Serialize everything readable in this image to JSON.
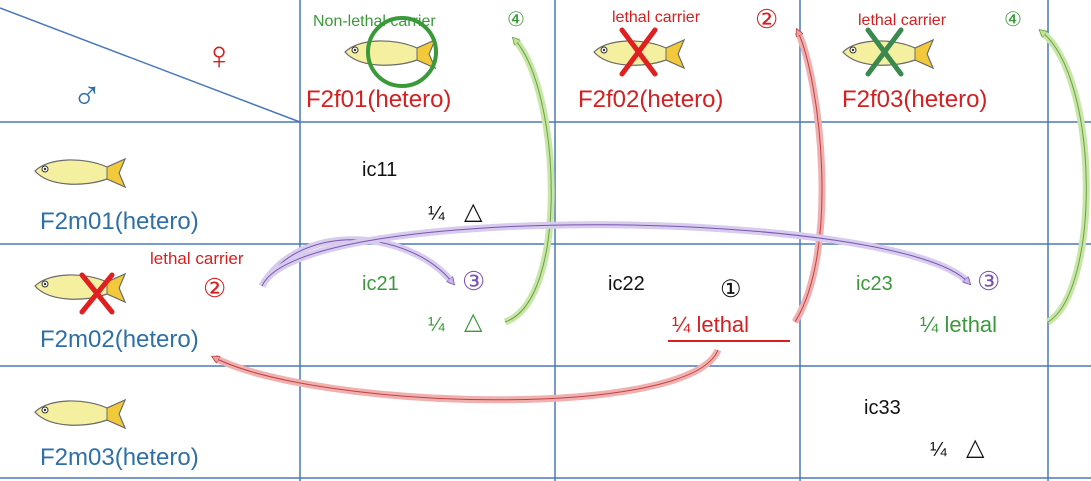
{
  "colors": {
    "blue": "#2e6fa8",
    "red": "#d42020",
    "green": "#3a9a3a",
    "purple": "#7a55b0",
    "grid": "#4a78b8",
    "fish_body": "#f5f0a0",
    "fish_tail": "#f2c93a"
  },
  "header": {
    "female_symbol": "♀",
    "male_symbol": "♂"
  },
  "columns": [
    {
      "label": "F2f01(hetero)",
      "note": "Non-lethal carrier",
      "mark": "④",
      "icon": "circle-mark-icon"
    },
    {
      "label": "F2f02(hetero)",
      "note": "lethal carrier",
      "mark": "②",
      "icon": "cross-mark-icon"
    },
    {
      "label": "F2f03(hetero)",
      "note": "lethal carrier",
      "mark": "④",
      "icon": "cross-mark-icon"
    }
  ],
  "rows": [
    {
      "label": "F2m01(hetero)",
      "note": "",
      "mark": ""
    },
    {
      "label": "F2m02(hetero)",
      "note": "lethal carrier",
      "mark": "②",
      "icon": "cross-mark-icon"
    },
    {
      "label": "F2m03(hetero)",
      "note": "",
      "mark": ""
    }
  ],
  "cells": {
    "ic11": {
      "name": "ic11",
      "ratio": "¼",
      "outcome": "△"
    },
    "ic21": {
      "name": "ic21",
      "mark": "③",
      "ratio": "¼",
      "outcome": "△"
    },
    "ic22": {
      "name": "ic22",
      "mark": "①",
      "ratio_outcome": "¼  lethal"
    },
    "ic23": {
      "name": "ic23",
      "mark": "③",
      "ratio_outcome": "¼  lethal"
    },
    "ic33": {
      "name": "ic33",
      "ratio": "¼",
      "outcome": "△"
    }
  }
}
